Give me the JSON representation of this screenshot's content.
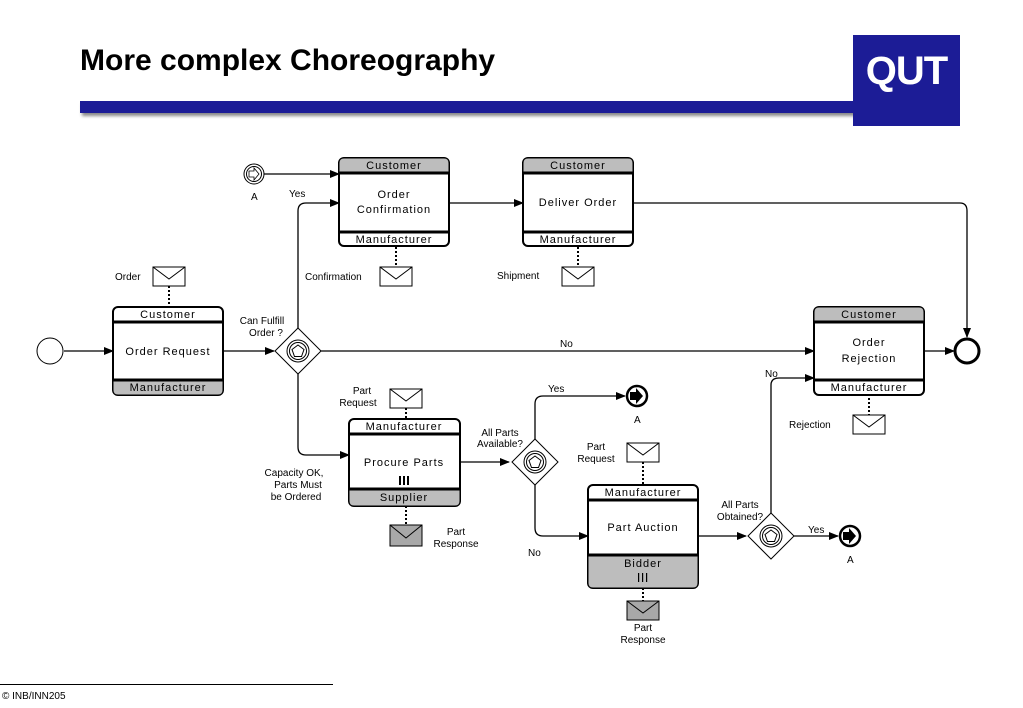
{
  "slide": {
    "title": "More complex Choreography",
    "logo": "QUT",
    "footer": "© INB/INN205"
  },
  "tasks": {
    "order_confirmation": {
      "top": "Customer",
      "name1": "Order",
      "name2": "Confirmation",
      "bottom": "Manufacturer"
    },
    "deliver_order": {
      "top": "Customer",
      "name": "Deliver Order",
      "bottom": "Manufacturer"
    },
    "order_request": {
      "top": "Customer",
      "name": "Order Request",
      "bottom": "Manufacturer"
    },
    "order_rejection": {
      "top": "Customer",
      "name1": "Order",
      "name2": "Rejection",
      "bottom": "Manufacturer"
    },
    "procure_parts": {
      "top": "Manufacturer",
      "name": "Procure Parts",
      "bottom": "Supplier"
    },
    "part_auction": {
      "top": "Manufacturer",
      "name": "Part Auction",
      "bottom": "Bidder"
    }
  },
  "messages": {
    "order": "Order",
    "confirmation": "Confirmation",
    "shipment": "Shipment",
    "rejection": "Rejection",
    "part_request_1a": "Part",
    "part_request_1b": "Request",
    "part_request_2a": "Part",
    "part_request_2b": "Request",
    "part_response_1a": "Part",
    "part_response_1b": "Response",
    "part_response_2a": "Part",
    "part_response_2b": "Response"
  },
  "gateways": {
    "can_fulfill_1": "Can Fulfill",
    "can_fulfill_2": "Order ?",
    "all_parts_available_1": "All Parts",
    "all_parts_available_2": "Available?",
    "all_parts_obtained_1": "All Parts",
    "all_parts_obtained_2": "Obtained?"
  },
  "flow_labels": {
    "yes_top": "Yes",
    "no_main": "No",
    "capacity_1": "Capacity OK,",
    "capacity_2": "Parts Must",
    "capacity_3": "be Ordered",
    "yes_available": "Yes",
    "no_available": "No",
    "no_obtained": "No",
    "yes_obtained": "Yes"
  },
  "link_events": {
    "link_top": "A",
    "link_available": "A",
    "link_obtained": "A"
  }
}
